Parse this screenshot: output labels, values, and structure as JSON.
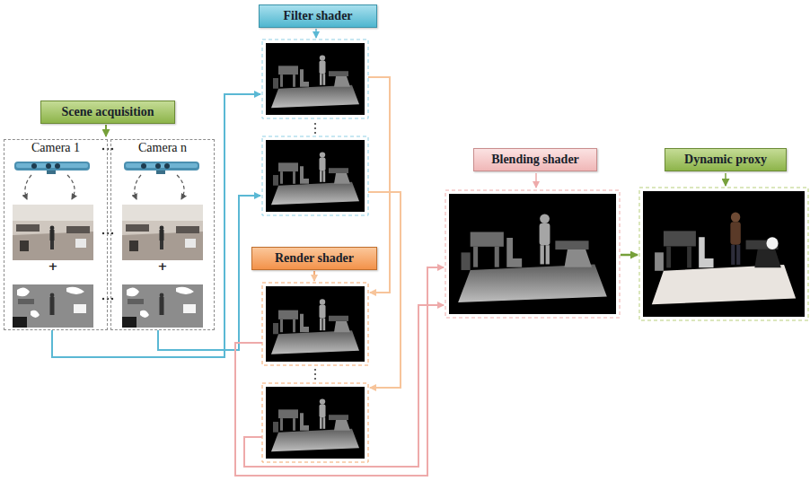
{
  "diagram": {
    "nodes": [
      {
        "text": [
          "Scene acquisition"
        ]
      },
      {
        "text": [
          "Camera 1"
        ]
      },
      {
        "text": [
          "Camera n"
        ]
      },
      {
        "text": [
          "Filter shader"
        ]
      },
      {
        "text": [
          "Render shader"
        ]
      },
      {
        "text": [
          "Blending shader"
        ]
      },
      {
        "text": [
          "Dynamic proxy"
        ]
      }
    ],
    "labels": [
      "+",
      "+"
    ]
  }
}
